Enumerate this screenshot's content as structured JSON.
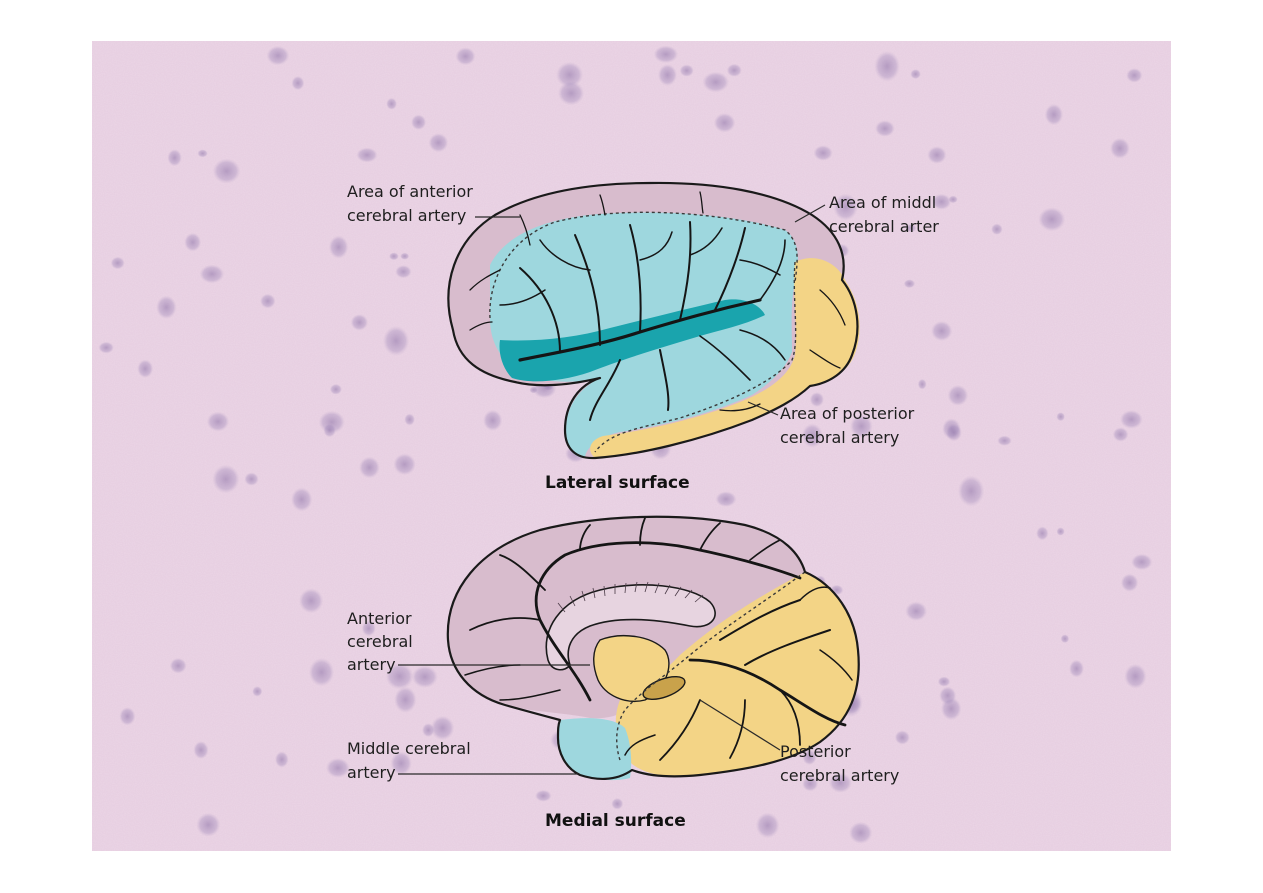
{
  "diagram": {
    "lateral": {
      "caption": "Lateral surface",
      "labels": {
        "anterior_line1": "Area of anterior",
        "anterior_line2": "cerebral artery",
        "middle_line1": "Area of middl",
        "middle_line2": "cerebral arter",
        "posterior_line1": "Area of posterior",
        "posterior_line2": "cerebral artery"
      }
    },
    "medial": {
      "caption": "Medial surface",
      "labels": {
        "anterior_line1": "Anterior",
        "anterior_line2": "cerebral",
        "anterior_line3": "artery",
        "middle_line1": "Middle cerebral",
        "middle_line2": "artery",
        "posterior_line1": "Posterior",
        "posterior_line2": "cerebral artery"
      }
    },
    "colors": {
      "background_tissue": "#ecd6e6",
      "anterior_territory": "#d8bccd",
      "middle_territory": "#9ed7de",
      "middle_deep": "#1aa4ad",
      "posterior_territory": "#f3d486",
      "vessels": "#151515"
    }
  }
}
